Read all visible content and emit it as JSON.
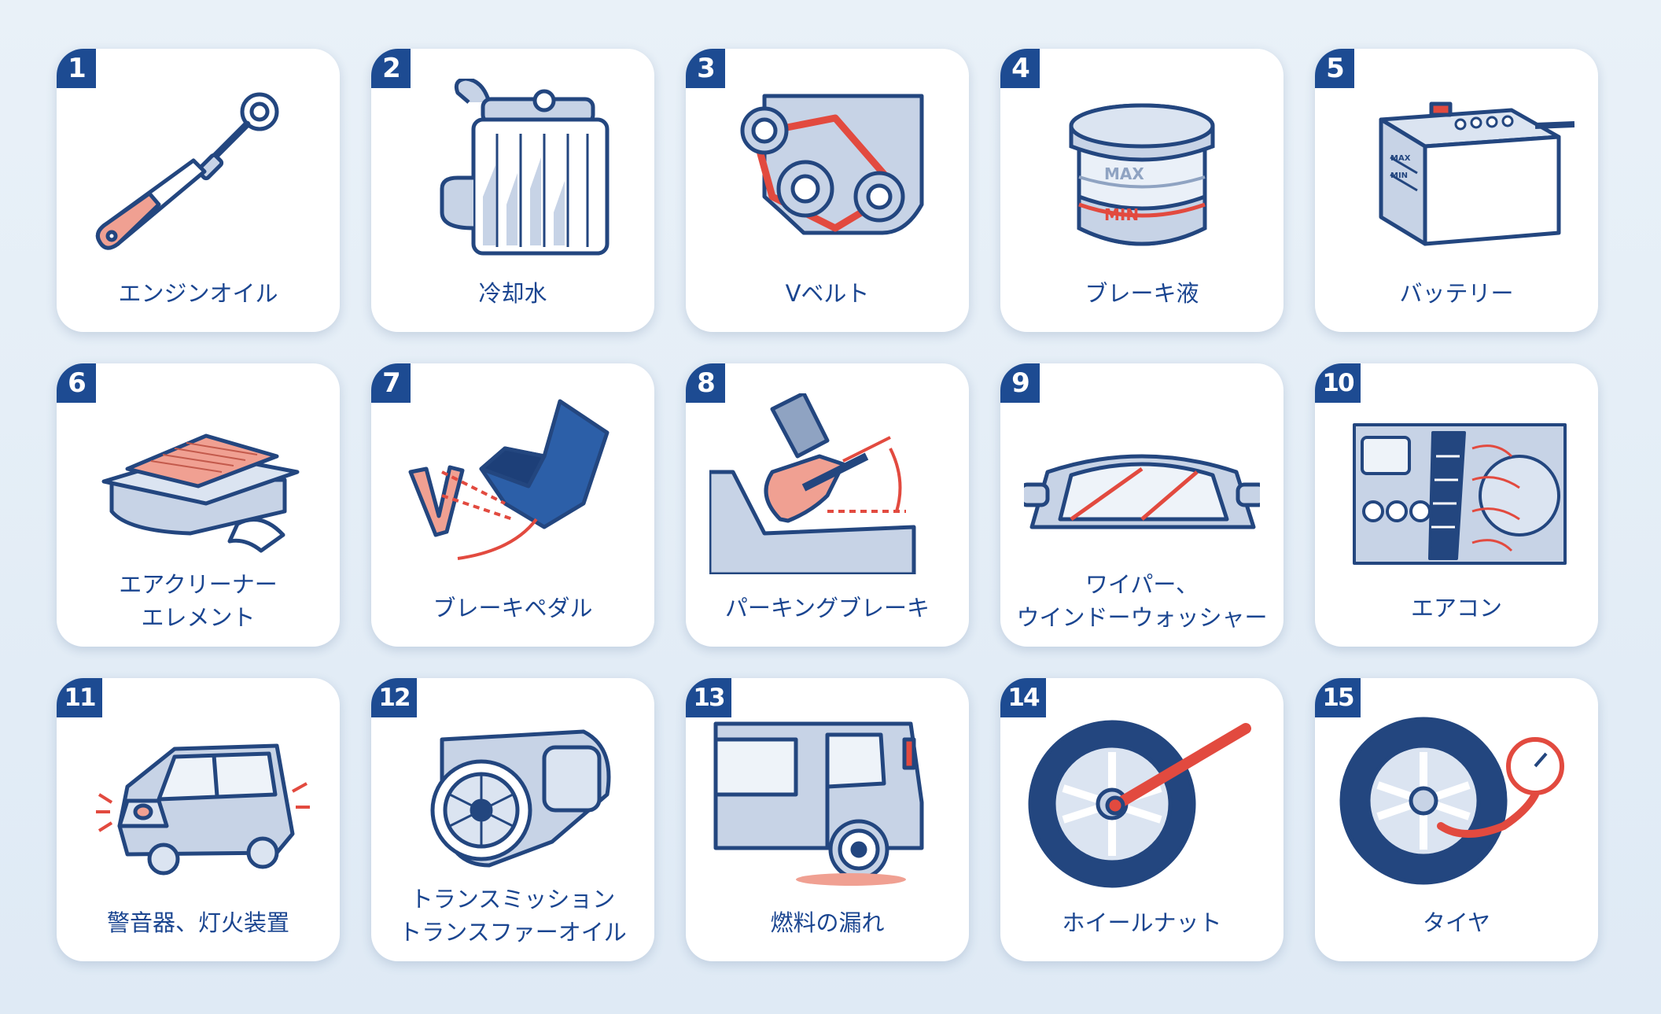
{
  "items": [
    {
      "number": "1",
      "label": "エンジンオイル",
      "icon": "dipstick-icon"
    },
    {
      "number": "2",
      "label": "冷却水",
      "icon": "radiator-icon"
    },
    {
      "number": "3",
      "label": "Vベルト",
      "icon": "v-belt-icon"
    },
    {
      "number": "4",
      "label": "ブレーキ液",
      "icon": "brake-fluid-reservoir-icon",
      "max_text": "MAX",
      "min_text": "MIN"
    },
    {
      "number": "5",
      "label": "バッテリー",
      "icon": "battery-icon",
      "max_text": "MAX",
      "min_text": "MIN"
    },
    {
      "number": "6",
      "label": "エアクリーナー",
      "label2": "エレメント",
      "icon": "air-cleaner-element-icon"
    },
    {
      "number": "7",
      "label": "ブレーキペダル",
      "icon": "brake-pedal-icon"
    },
    {
      "number": "8",
      "label": "パーキングブレーキ",
      "icon": "parking-brake-icon"
    },
    {
      "number": "9",
      "label": "ワイパー、",
      "label2": "ウインドーウォッシャー",
      "icon": "wiper-icon"
    },
    {
      "number": "10",
      "label": "エアコン",
      "icon": "air-conditioner-icon"
    },
    {
      "number": "11",
      "label": "警音器、灯火装置",
      "icon": "car-lights-icon"
    },
    {
      "number": "12",
      "label": "トランスミッション",
      "label2": "トランスファーオイル",
      "icon": "transmission-icon"
    },
    {
      "number": "13",
      "label": "燃料の漏れ",
      "icon": "fuel-leak-icon"
    },
    {
      "number": "14",
      "label": "ホイールナット",
      "icon": "wheel-nut-icon"
    },
    {
      "number": "15",
      "label": "タイヤ",
      "icon": "tire-pressure-icon"
    }
  ],
  "colors": {
    "navy": "#1d4b92",
    "outline": "#23467f",
    "fill": "#c7d3e6",
    "accent": "#e24a3f",
    "pink": "#f0a092"
  }
}
